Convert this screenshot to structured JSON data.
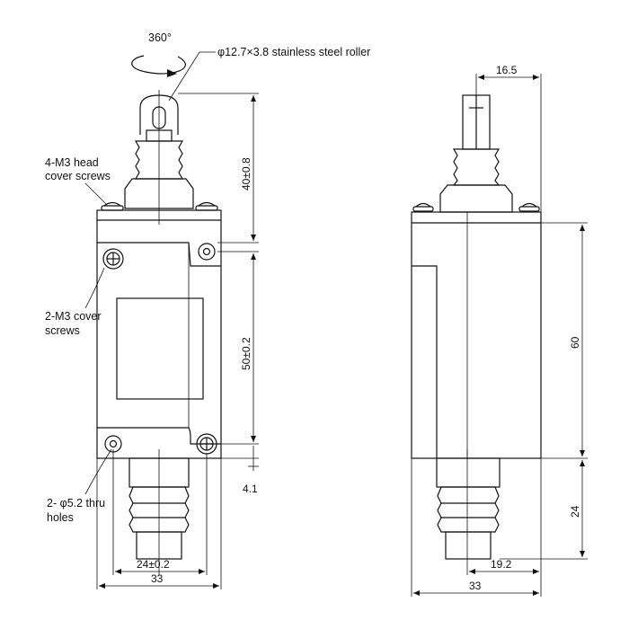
{
  "rotation_label": "360°",
  "roller_label": "φ12.7×3.8 stainless steel roller",
  "head_screws_label": [
    "4-M3 head",
    "cover screws"
  ],
  "cover_screws_label": [
    "2-M3 cover",
    "screws"
  ],
  "thru_holes_label": [
    "2- φ5.2 thru",
    "holes"
  ],
  "dims": {
    "head_height": "40±0.8",
    "hole_spacing_v": "50±0.2",
    "offset": "4.1",
    "hole_spacing_h": "24±0.2",
    "width_front": "33",
    "plunger_offset": "16.5",
    "body_height": "60",
    "conduit_height": "24",
    "conduit_offset": "19.2",
    "width_side": "33"
  }
}
